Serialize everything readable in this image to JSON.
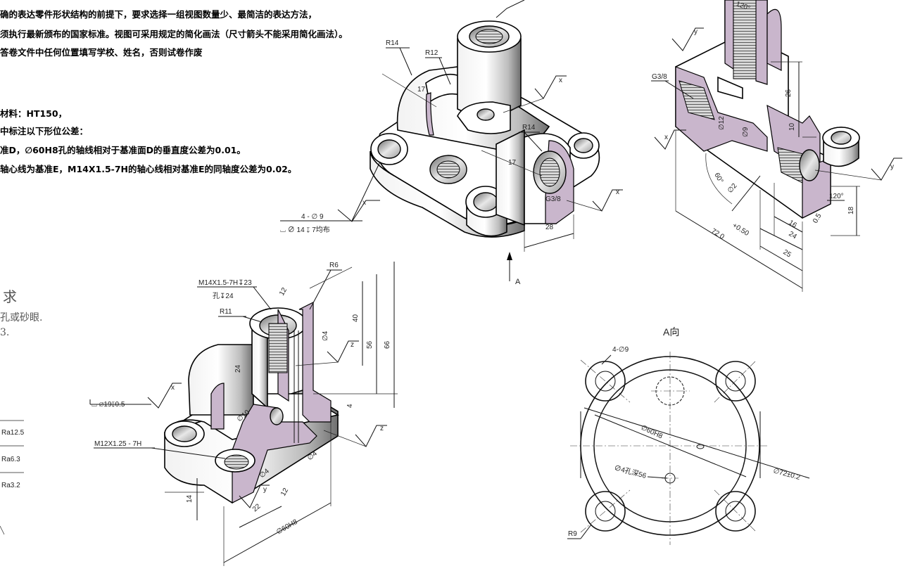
{
  "requirements": {
    "line1": "确的表达零件形状结构的前提下，要求选择一组视图数量少、最简洁的表达方法，",
    "line2": "须执行最新颁布的国家标准。视图可采用规定的简化画法（尺寸箭头不能采用简化画法）。",
    "line3": "答卷文件中任何位置填写学校、姓名，否则试卷作废",
    "material": "材料：HT150，",
    "tolerance_intro": "中标注以下形位公差：",
    "tolerance_1": "准D，∅60H8孔的轴线相对于基准面D的垂直度公差为0.01。",
    "tolerance_2": "轴心线为基准E，M14X1.5-7H的轴心线相对基准E的同轴度公差为0.02。"
  },
  "technical": {
    "title": "求",
    "line1": "孔或砂眼.",
    "line2": "3."
  },
  "roughness": [
    "Ra12.5",
    "Ra6.3",
    "Ra3.2"
  ],
  "view_iso": {
    "r14": "R14",
    "r12": "R12",
    "r14b": "R14",
    "d17a": "17",
    "d17b": "17",
    "g38": "G3/8",
    "d28": "28",
    "holes": "4 - ∅ 9",
    "spotface": "⌴ ∅ 14 ↧ 7均布",
    "arrow_a": "A",
    "x1": "x",
    "x2": "x",
    "x3": "x"
  },
  "view_section_right": {
    "g38": "G3/8",
    "d120a": "120°",
    "d120b": "120°",
    "d26": "26",
    "d10": "10",
    "d8a": "∅12",
    "d9": "∅9",
    "d60": "60°",
    "d2": "∅2",
    "d72": "72 0",
    "d050": "+0.50",
    "d16": "16",
    "d24": "24",
    "d25": "25",
    "d05": "0.5",
    "d18": "18",
    "x": "x",
    "y1": "y",
    "y2": "y"
  },
  "view_section_left": {
    "m14": "M14X1.5-7H↧23",
    "hole": "孔↧24",
    "r6": "R6",
    "r11": "R11",
    "d12": "12",
    "d40": "40",
    "d56": "56",
    "d66": "66",
    "d24": "24",
    "d4a": "∅4",
    "d10": "∅10",
    "d4b": "∅4",
    "d4c": "∅4",
    "d4d": "4",
    "d14": "14",
    "d22": "22",
    "d12b": "12",
    "d60h8": "∅60H8",
    "spotface": "⌴ ∅19↧0.5",
    "m12": "M12X1.25 - 7H",
    "x": "x",
    "y": "y",
    "z1": "z",
    "z2": "z"
  },
  "view_a": {
    "title": "A向",
    "holes": "4-∅9",
    "d60h8": "∅60H8",
    "d4": "∅4孔深56",
    "d72": "∅72±0.2",
    "r9": "R9"
  }
}
